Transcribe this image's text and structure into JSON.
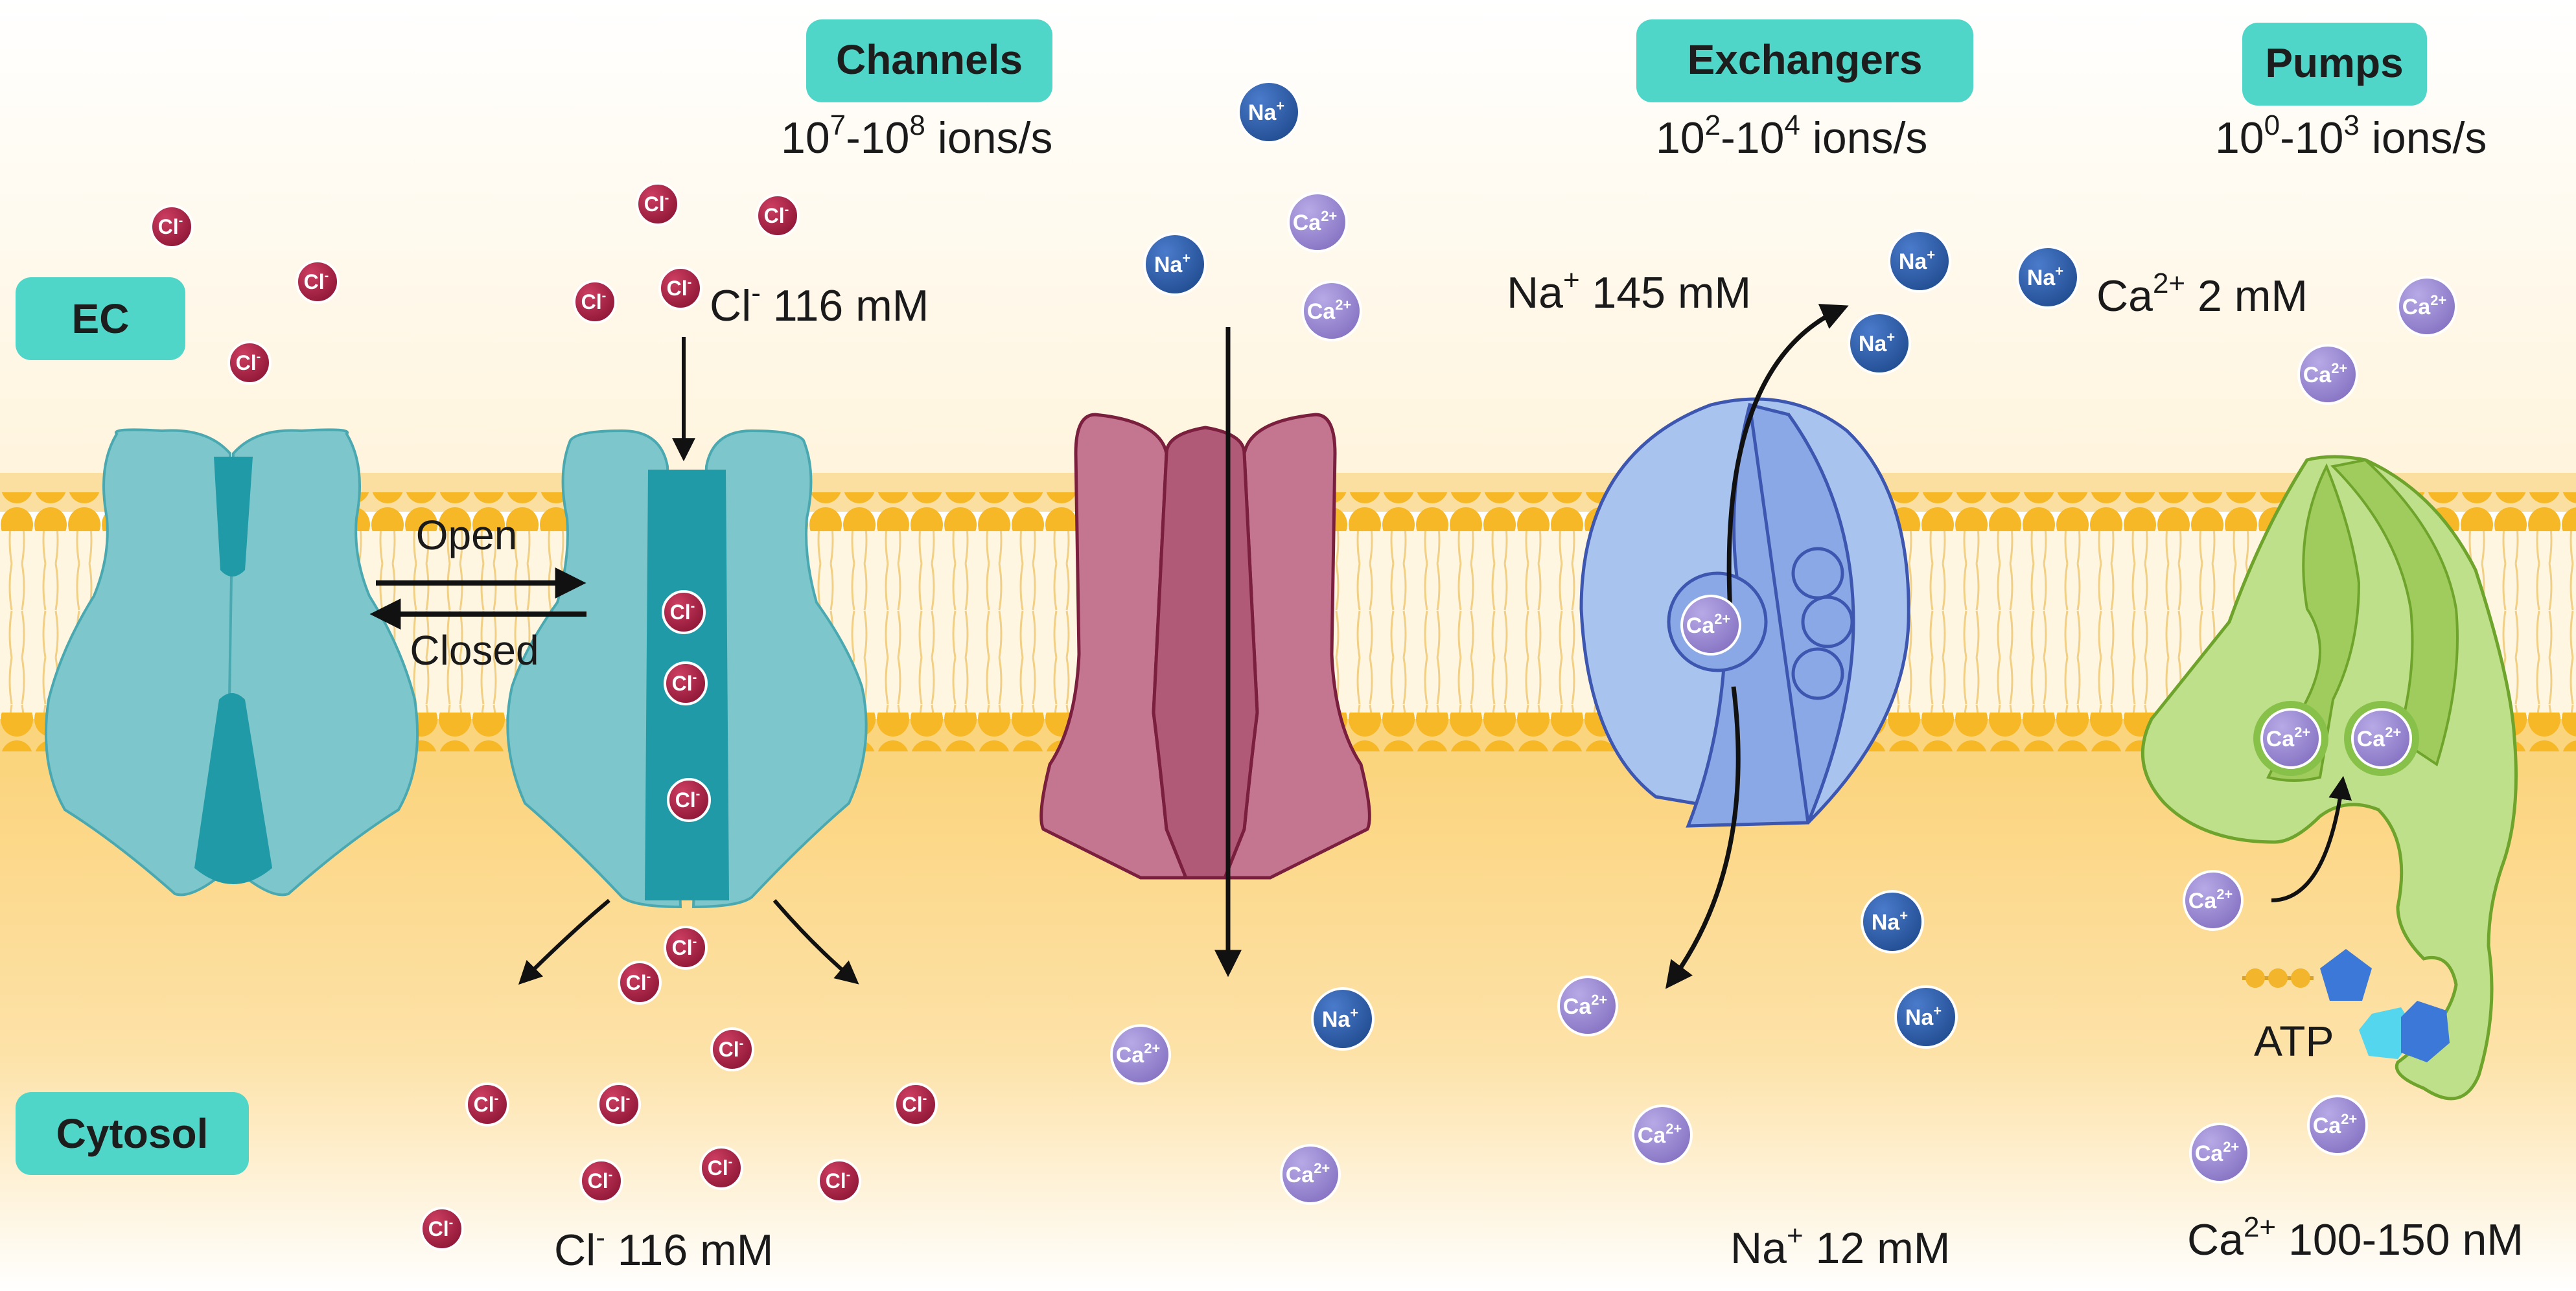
{
  "labels": {
    "ec": "EC",
    "cytosol": "Cytosol",
    "channels": "Channels",
    "exchangers": "Exchangers",
    "pumps": "Pumps"
  },
  "rates": {
    "channels": {
      "b1": "10",
      "e1": "7",
      "mid": "-10",
      "e2": "8",
      "unit": " ions/s"
    },
    "exchangers": {
      "b1": "10",
      "e1": "2",
      "mid": "-10",
      "e2": "4",
      "unit": " ions/s"
    },
    "pumps": {
      "b1": "10",
      "e1": "0",
      "mid": "-10",
      "e2": "3",
      "unit": " ions/s"
    }
  },
  "gate": {
    "open": "Open",
    "closed": "Closed"
  },
  "concentrations": {
    "cl_out": {
      "ion": "Cl",
      "charge": "-",
      "value": " 116 mM"
    },
    "cl_in": {
      "ion": "Cl",
      "charge": "-",
      "value": " 116 mM"
    },
    "na_out": {
      "ion": "Na",
      "charge": "+",
      "value": " 145 mM"
    },
    "na_in": {
      "ion": "Na",
      "charge": "+",
      "value": " 12 mM"
    },
    "ca_out": {
      "ion": "Ca",
      "charge": "2+",
      "value": " 2 mM"
    },
    "ca_in": {
      "ion": "Ca",
      "charge": "2+",
      "value": " 100-150 nM"
    }
  },
  "atp_label": "ATP",
  "ions": {
    "cl": {
      "text": "Cl",
      "sup": "-"
    },
    "na": {
      "text": "Na",
      "sup": "+"
    },
    "ca": {
      "text": "Ca",
      "sup": "2+"
    }
  },
  "colors": {
    "chloride": "#9b1b3d",
    "sodium": "#2c5aa0",
    "calcium": "#8f7ec9",
    "chloride_channel": "#7cc6cc",
    "sodium_channel": "#c47690",
    "exchanger": "#9bb6ea",
    "pump": "#bfe08a",
    "label_box": "#4fd6c9",
    "cytosol": "#fcd88c"
  }
}
